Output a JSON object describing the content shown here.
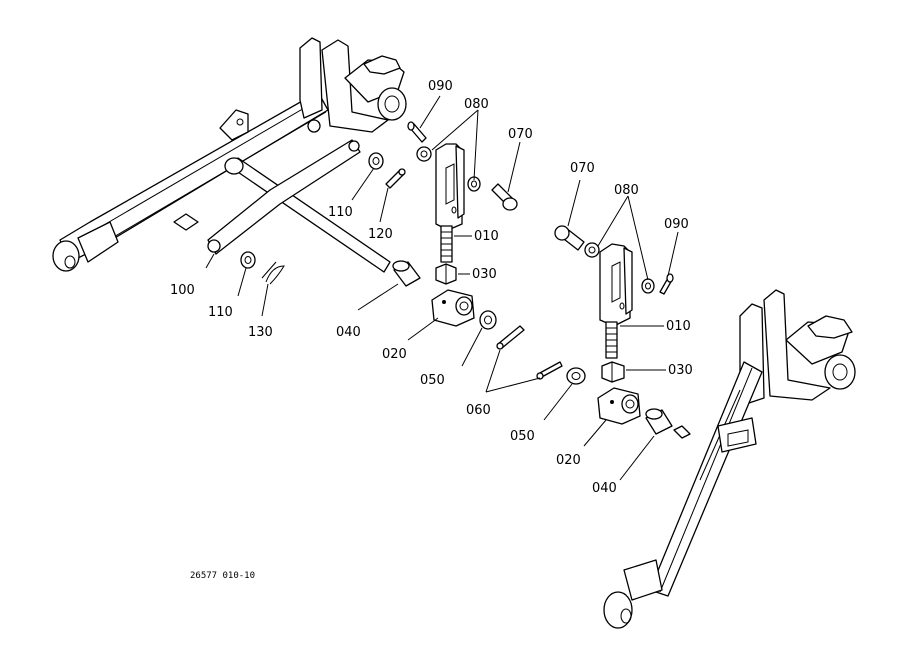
{
  "diagram": {
    "reference_code": "26577 010-10",
    "callouts": [
      {
        "id": "c090a",
        "text": "090"
      },
      {
        "id": "c080a",
        "text": "080"
      },
      {
        "id": "c070a",
        "text": "070"
      },
      {
        "id": "c110a",
        "text": "110"
      },
      {
        "id": "c120",
        "text": "120"
      },
      {
        "id": "c010a",
        "text": "010"
      },
      {
        "id": "c100",
        "text": "100"
      },
      {
        "id": "c030a",
        "text": "030"
      },
      {
        "id": "c110b",
        "text": "110"
      },
      {
        "id": "c130",
        "text": "130"
      },
      {
        "id": "c040a",
        "text": "040"
      },
      {
        "id": "c020a",
        "text": "020"
      },
      {
        "id": "c050a",
        "text": "050"
      },
      {
        "id": "c060",
        "text": "060"
      },
      {
        "id": "c070b",
        "text": "070"
      },
      {
        "id": "c080b",
        "text": "080"
      },
      {
        "id": "c090b",
        "text": "090"
      },
      {
        "id": "c010b",
        "text": "010"
      },
      {
        "id": "c030b",
        "text": "030"
      },
      {
        "id": "c050b",
        "text": "050"
      },
      {
        "id": "c020b",
        "text": "020"
      },
      {
        "id": "c040b",
        "text": "040"
      }
    ]
  }
}
